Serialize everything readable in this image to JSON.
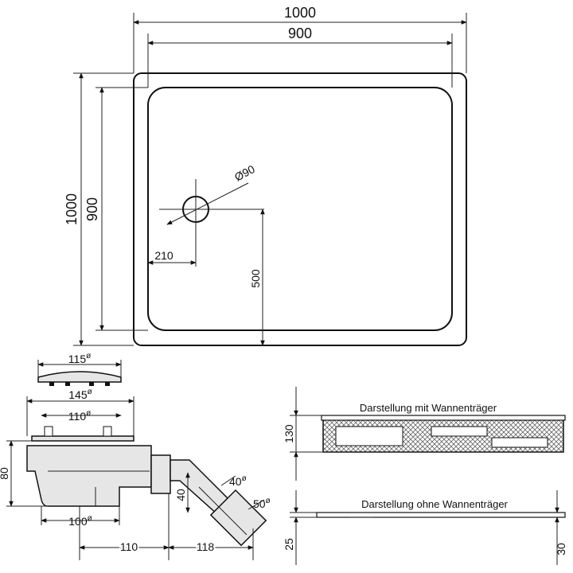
{
  "top_view": {
    "outer_width": "1000",
    "inner_width": "900",
    "outer_height": "1000",
    "inner_height": "900",
    "drain_diameter": "Ø90",
    "drain_offset_x": "210",
    "drain_offset_y": "500"
  },
  "drain": {
    "cover_diameter": "115",
    "cover_sup": "ø",
    "flange_diameter": "145",
    "flange_sup": "ø",
    "inner_diameter": "110",
    "inner_sup": "ø",
    "height": "80",
    "bottom_diameter": "100",
    "bottom_sup": "ø",
    "elbow_height": "40",
    "pipe_diameter": "40",
    "pipe_sup": "ø",
    "outlet_diameter": "50",
    "outlet_sup": "ø",
    "length_a": "110",
    "length_b": "118"
  },
  "sections": {
    "with_support_label": "Darstellung mit Wannenträger",
    "with_support_height": "130",
    "without_support_label": "Darstellung ohne Wannenträger",
    "without_support_left": "25",
    "without_support_right": "30"
  }
}
